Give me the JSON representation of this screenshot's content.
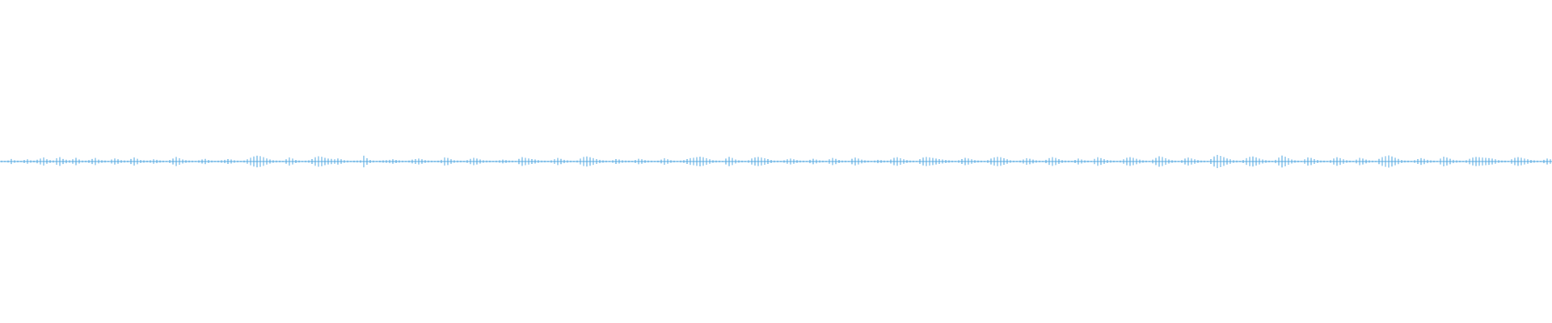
{
  "waveform": {
    "color": "#4aa3df",
    "background": "#ffffff",
    "peaks": [
      0.12,
      0.1,
      0.14,
      0.35,
      0.18,
      0.12,
      0.1,
      0.22,
      0.3,
      0.16,
      0.12,
      0.25,
      0.4,
      0.55,
      0.3,
      0.2,
      0.15,
      0.45,
      0.6,
      0.35,
      0.25,
      0.18,
      0.3,
      0.5,
      0.28,
      0.14,
      0.12,
      0.2,
      0.35,
      0.48,
      0.26,
      0.18,
      0.14,
      0.1,
      0.28,
      0.42,
      0.3,
      0.2,
      0.15,
      0.12,
      0.35,
      0.55,
      0.38,
      0.22,
      0.16,
      0.12,
      0.18,
      0.3,
      0.24,
      0.15,
      0.12,
      0.1,
      0.22,
      0.4,
      0.62,
      0.45,
      0.28,
      0.18,
      0.14,
      0.12,
      0.1,
      0.16,
      0.28,
      0.36,
      0.22,
      0.14,
      0.1,
      0.12,
      0.18,
      0.24,
      0.34,
      0.28,
      0.18,
      0.12,
      0.1,
      0.14,
      0.3,
      0.52,
      0.7,
      0.8,
      0.74,
      0.6,
      0.42,
      0.28,
      0.18,
      0.14,
      0.12,
      0.1,
      0.3,
      0.55,
      0.4,
      0.22,
      0.14,
      0.1,
      0.12,
      0.16,
      0.34,
      0.58,
      0.72,
      0.65,
      0.5,
      0.4,
      0.36,
      0.3,
      0.42,
      0.3,
      0.2,
      0.14,
      0.1,
      0.12,
      0.14,
      0.18,
      0.8,
      0.45,
      0.22,
      0.14,
      0.1,
      0.12,
      0.16,
      0.2,
      0.24,
      0.3,
      0.22,
      0.16,
      0.12,
      0.1,
      0.14,
      0.26,
      0.34,
      0.4,
      0.3,
      0.2,
      0.14,
      0.12,
      0.1,
      0.12,
      0.24,
      0.55,
      0.48,
      0.3,
      0.18,
      0.14,
      0.12,
      0.1,
      0.2,
      0.36,
      0.5,
      0.4,
      0.28,
      0.18,
      0.14,
      0.12,
      0.1,
      0.12,
      0.18,
      0.26,
      0.2,
      0.14,
      0.12,
      0.1,
      0.36,
      0.6,
      0.5,
      0.42,
      0.34,
      0.28,
      0.2,
      0.14,
      0.12,
      0.1,
      0.16,
      0.32,
      0.48,
      0.36,
      0.24,
      0.16,
      0.12,
      0.1,
      0.14,
      0.4,
      0.62,
      0.7,
      0.58,
      0.46,
      0.34,
      0.24,
      0.16,
      0.12,
      0.1,
      0.18,
      0.34,
      0.28,
      0.18,
      0.14,
      0.12,
      0.1,
      0.22,
      0.38,
      0.3,
      0.2,
      0.14,
      0.12,
      0.1,
      0.12,
      0.26,
      0.44,
      0.3,
      0.18,
      0.12,
      0.1,
      0.14,
      0.2,
      0.34,
      0.46,
      0.52,
      0.6,
      0.66,
      0.58,
      0.44,
      0.3,
      0.18,
      0.14,
      0.12,
      0.1,
      0.4,
      0.64,
      0.48,
      0.28,
      0.16,
      0.12,
      0.1,
      0.18,
      0.42,
      0.56,
      0.62,
      0.54,
      0.44,
      0.34,
      0.22,
      0.14,
      0.12,
      0.1,
      0.16,
      0.3,
      0.4,
      0.3,
      0.2,
      0.14,
      0.12,
      0.1,
      0.24,
      0.38,
      0.26,
      0.16,
      0.12,
      0.1,
      0.3,
      0.48,
      0.36,
      0.22,
      0.14,
      0.12,
      0.1,
      0.38,
      0.54,
      0.4,
      0.26,
      0.16,
      0.12,
      0.1,
      0.14,
      0.24,
      0.2,
      0.14,
      0.12,
      0.28,
      0.5,
      0.58,
      0.44,
      0.3,
      0.2,
      0.14,
      0.12,
      0.1,
      0.32,
      0.54,
      0.62,
      0.56,
      0.48,
      0.4,
      0.34,
      0.28,
      0.22,
      0.16,
      0.12,
      0.1,
      0.18,
      0.34,
      0.5,
      0.42,
      0.3,
      0.2,
      0.14,
      0.12,
      0.1,
      0.2,
      0.4,
      0.56,
      0.64,
      0.58,
      0.44,
      0.3,
      0.18,
      0.12,
      0.1,
      0.14,
      0.28,
      0.44,
      0.38,
      0.26,
      0.16,
      0.12,
      0.1,
      0.24,
      0.46,
      0.6,
      0.48,
      0.32,
      0.2,
      0.14,
      0.12,
      0.1,
      0.22,
      0.4,
      0.28,
      0.16,
      0.12,
      0.1,
      0.36,
      0.58,
      0.46,
      0.32,
      0.22,
      0.16,
      0.12,
      0.1,
      0.14,
      0.3,
      0.52,
      0.6,
      0.5,
      0.38,
      0.26,
      0.16,
      0.12,
      0.1,
      0.26,
      0.48,
      0.72,
      0.62,
      0.44,
      0.28,
      0.18,
      0.12,
      0.1,
      0.2,
      0.4,
      0.54,
      0.42,
      0.3,
      0.2,
      0.14,
      0.12,
      0.1,
      0.34,
      0.7,
      0.9,
      0.78,
      0.6,
      0.42,
      0.3,
      0.2,
      0.14,
      0.1,
      0.22,
      0.46,
      0.64,
      0.7,
      0.56,
      0.4,
      0.28,
      0.18,
      0.12,
      0.1,
      0.24,
      0.54,
      0.82,
      0.66,
      0.44,
      0.28,
      0.16,
      0.12,
      0.1,
      0.3,
      0.56,
      0.48,
      0.34,
      0.22,
      0.14,
      0.12,
      0.1,
      0.2,
      0.42,
      0.58,
      0.46,
      0.3,
      0.18,
      0.12,
      0.1,
      0.26,
      0.5,
      0.4,
      0.26,
      0.16,
      0.12,
      0.1,
      0.36,
      0.6,
      0.74,
      0.84,
      0.7,
      0.52,
      0.36,
      0.22,
      0.14,
      0.12,
      0.1,
      0.2,
      0.34,
      0.46,
      0.36,
      0.24,
      0.16,
      0.12,
      0.1,
      0.4,
      0.66,
      0.54,
      0.38,
      0.24,
      0.16,
      0.12,
      0.1,
      0.18,
      0.38,
      0.54,
      0.62,
      0.58,
      0.54,
      0.5,
      0.46,
      0.4,
      0.3,
      0.2,
      0.14,
      0.12,
      0.1,
      0.3,
      0.5,
      0.6,
      0.52,
      0.4,
      0.3,
      0.22,
      0.16,
      0.12,
      0.1,
      0.24,
      0.4,
      0.3
    ]
  }
}
